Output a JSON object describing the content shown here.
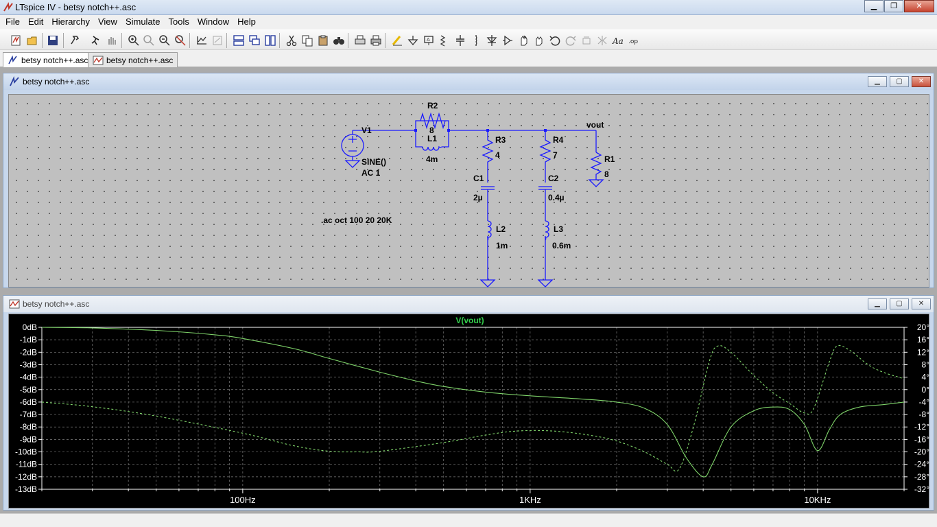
{
  "window": {
    "title": "LTspice IV - betsy notch++.asc"
  },
  "menu": [
    "File",
    "Edit",
    "Hierarchy",
    "View",
    "Simulate",
    "Tools",
    "Window",
    "Help"
  ],
  "toolbar_icons": [
    "new-schematic-icon",
    "open-icon",
    "save-icon",
    "control-panel-icon",
    "run-icon",
    "halt-icon",
    "zoom-in-icon",
    "zoom-pan-icon",
    "zoom-out-icon",
    "zoom-fit-icon",
    "autorange-icon",
    "delete-plot-icon",
    "tile-horizontal-icon",
    "cascade-icon",
    "tile-vertical-icon",
    "cut-icon",
    "copy-icon",
    "paste-icon",
    "find-icon",
    "print-preview-icon",
    "print-icon",
    "wire-icon",
    "ground-icon",
    "label-net-icon",
    "resistor-icon",
    "capacitor-icon",
    "inductor-icon",
    "diode-icon",
    "component-icon",
    "move-icon",
    "drag-icon",
    "undo-icon",
    "redo-icon",
    "rotate-icon",
    "mirror-icon",
    "text-icon",
    "spice-directive-icon"
  ],
  "tabs": [
    {
      "label": "betsy notch++.asc",
      "kind": "schematic"
    },
    {
      "label": "betsy notch++.asc",
      "kind": "waveform"
    }
  ],
  "schematic_window": {
    "title": "betsy notch++.asc",
    "components": {
      "V1": {
        "name": "V1",
        "value": "SINE()",
        "value2": "AC 1"
      },
      "R2": {
        "name": "R2",
        "value": "8"
      },
      "L1": {
        "name": "L1",
        "value": "4m"
      },
      "R3": {
        "name": "R3",
        "value": "4"
      },
      "C1": {
        "name": "C1",
        "value": "2µ"
      },
      "L2": {
        "name": "L2",
        "value": "1m"
      },
      "R4": {
        "name": "R4",
        "value": "7"
      },
      "C2": {
        "name": "C2",
        "value": "0.4µ"
      },
      "L3": {
        "name": "L3",
        "value": "0.6m"
      },
      "R1": {
        "name": "R1",
        "value": "8"
      }
    },
    "net_label": "vout",
    "directive": ".ac oct 100 20 20K"
  },
  "waveform_window": {
    "title": "betsy notch++.asc",
    "trace_name": "V(vout)",
    "colors": {
      "background": "#000000",
      "trace": "#7fd46a",
      "grid": "#808080",
      "axis": "#ffffff",
      "trace_label": "#34d04c"
    }
  },
  "chart_data": {
    "type": "line",
    "title": "V(vout)",
    "x_scale": "log",
    "xlim": [
      20,
      20000
    ],
    "x_ticks": [
      {
        "value": 100,
        "label": "100Hz"
      },
      {
        "value": 1000,
        "label": "1KHz"
      },
      {
        "value": 10000,
        "label": "10KHz"
      }
    ],
    "y_left": {
      "ticks": [
        "0dB",
        "-1dB",
        "-2dB",
        "-3dB",
        "-4dB",
        "-5dB",
        "-6dB",
        "-7dB",
        "-8dB",
        "-9dB",
        "-10dB",
        "-11dB",
        "-12dB",
        "-13dB"
      ],
      "range": [
        -13,
        0
      ]
    },
    "y_right": {
      "ticks": [
        "20°",
        "16°",
        "12°",
        "8°",
        "4°",
        "0°",
        "-4°",
        "-8°",
        "-12°",
        "-16°",
        "-20°",
        "-24°",
        "-28°",
        "-32°"
      ],
      "range": [
        -32,
        20
      ]
    },
    "grid": true,
    "series": [
      {
        "quantity": "magnitude_dB",
        "style": "solid",
        "points": [
          [
            20,
            0
          ],
          [
            30,
            -0.05
          ],
          [
            50,
            -0.25
          ],
          [
            80,
            -0.6
          ],
          [
            100,
            -0.9
          ],
          [
            150,
            -1.7
          ],
          [
            200,
            -2.5
          ],
          [
            300,
            -3.6
          ],
          [
            400,
            -4.3
          ],
          [
            500,
            -4.75
          ],
          [
            700,
            -5.2
          ],
          [
            1000,
            -5.5
          ],
          [
            1500,
            -5.75
          ],
          [
            2000,
            -6.0
          ],
          [
            2500,
            -6.5
          ],
          [
            3000,
            -7.8
          ],
          [
            3500,
            -10.5
          ],
          [
            4000,
            -12.0
          ],
          [
            4300,
            -11.0
          ],
          [
            5000,
            -8.0
          ],
          [
            6000,
            -6.7
          ],
          [
            7000,
            -6.4
          ],
          [
            8000,
            -6.6
          ],
          [
            9000,
            -7.8
          ],
          [
            10000,
            -9.9
          ],
          [
            11000,
            -8.2
          ],
          [
            12000,
            -7.0
          ],
          [
            14000,
            -6.4
          ],
          [
            17000,
            -6.2
          ],
          [
            20000,
            -6.0
          ]
        ]
      },
      {
        "quantity": "phase_deg",
        "style": "dashed",
        "points": [
          [
            20,
            -4
          ],
          [
            30,
            -5.5
          ],
          [
            50,
            -8.5
          ],
          [
            100,
            -14
          ],
          [
            150,
            -18
          ],
          [
            200,
            -19.8
          ],
          [
            250,
            -20
          ],
          [
            300,
            -19.8
          ],
          [
            500,
            -17
          ],
          [
            700,
            -14.6
          ],
          [
            900,
            -13.3
          ],
          [
            1200,
            -13.3
          ],
          [
            1600,
            -14.6
          ],
          [
            2000,
            -16.5
          ],
          [
            2500,
            -20
          ],
          [
            3000,
            -24
          ],
          [
            3300,
            -25.5
          ],
          [
            3700,
            -12
          ],
          [
            4200,
            9
          ],
          [
            4500,
            14
          ],
          [
            5000,
            12
          ],
          [
            6000,
            4.5
          ],
          [
            7000,
            -1
          ],
          [
            8000,
            -4.5
          ],
          [
            9000,
            -7.5
          ],
          [
            9700,
            -6
          ],
          [
            11000,
            9
          ],
          [
            11700,
            14
          ],
          [
            13000,
            12.5
          ],
          [
            15000,
            8
          ],
          [
            17000,
            5.5
          ],
          [
            20000,
            3.5
          ]
        ]
      }
    ]
  }
}
